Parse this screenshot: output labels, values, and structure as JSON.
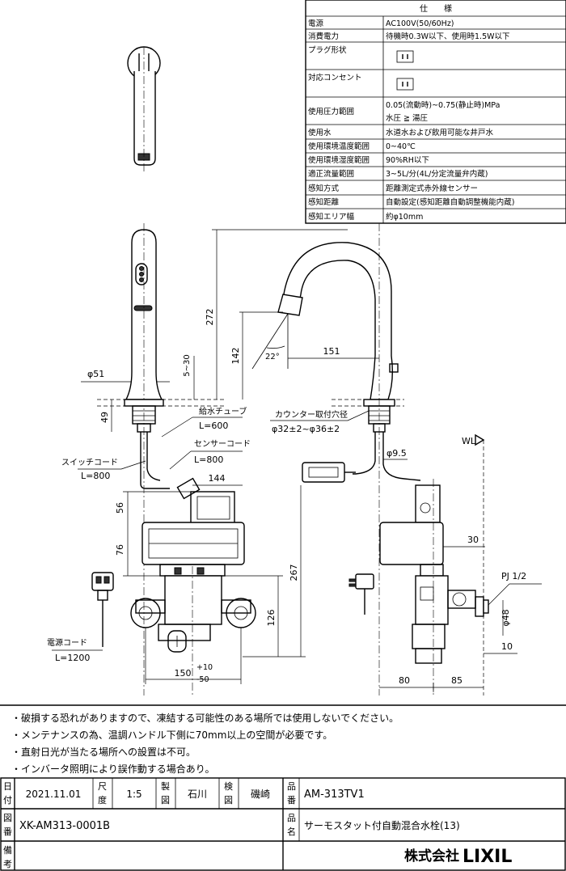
{
  "spec_table": {
    "title": "仕　　様",
    "rows": [
      {
        "label": "電源",
        "value": "AC100V(50/60Hz)"
      },
      {
        "label": "消費電力",
        "value": "待機時0.3W以下、使用時1.5W以下"
      },
      {
        "label": "プラグ形状",
        "value": ""
      },
      {
        "label": "対応コンセント",
        "value": ""
      },
      {
        "label": "使用圧力範囲",
        "value": "0.05(流動時)~0.75(静止時)MPa",
        "value2": "水圧 ≧ 湯圧"
      },
      {
        "label": "使用水",
        "value": "水道水および飲用可能な井戸水"
      },
      {
        "label": "使用環境温度範囲",
        "value": "0~40℃"
      },
      {
        "label": "使用環境湿度範囲",
        "value": "90%RH以下"
      },
      {
        "label": "適正流量範囲",
        "value": "3~5L/分(4L/分定流量弁内蔵)"
      },
      {
        "label": "感知方式",
        "value": "距離測定式赤外線センサー"
      },
      {
        "label": "感知距離",
        "value": "自動設定(感知距離自動調整機能内蔵)"
      },
      {
        "label": "感知エリア幅",
        "value": "約φ10mm"
      }
    ]
  },
  "dimensions": {
    "d272": "272",
    "d142": "142",
    "d151": "151",
    "angle": "22°",
    "d51": "φ51",
    "d5_30": "5~30",
    "d49": "49",
    "d56": "56",
    "d76": "76",
    "d144": "144",
    "d267": "267",
    "d126": "126",
    "d150": "150",
    "d150_tol_plus": "+10",
    "d150_tol_minus": "-50",
    "d9_5": "φ9.5",
    "d30": "30",
    "d48": "φ48",
    "d10": "10",
    "d80": "80",
    "d85": "85",
    "pj": "PJ 1/2",
    "wl": "WL"
  },
  "labels": {
    "supply_tube": "給水チューブ",
    "supply_tube_len": "L=600",
    "sensor_cord": "センサーコード",
    "sensor_cord_len": "L=800",
    "switch_cord": "スイッチコード",
    "switch_cord_len": "L=800",
    "power_cord": "電源コード",
    "power_cord_len": "L=1200",
    "counter_hole": "カウンター取付穴径",
    "counter_hole_size": "φ32±2~φ36±2"
  },
  "notes": [
    "・破損する恐れがありますので、凍結する可能性のある場所では使用しないでください。",
    "・メンテナンスの為、温調ハンドル下側に70mm以上の空間が必要です。",
    "・直射日光が当たる場所への設置は不可。",
    "・インバータ照明により誤作動する場合あり。"
  ],
  "title_block": {
    "date_label": "日付",
    "date": "2021.11.01",
    "scale_label": "尺度",
    "scale": "1:5",
    "drawn_label": "製図",
    "drawn": "石川",
    "checked_label": "検図",
    "checked": "磯崎",
    "part_no_label": "品番",
    "part_no": "AM-313TV1",
    "drawing_no_label": "図番",
    "drawing_no": "XK-AM313-0001B",
    "name_label": "品名",
    "name": "サーモスタット付自動混合水栓(13)",
    "remarks_label": "備考",
    "company": "株式会社",
    "brand": "LIXIL"
  }
}
